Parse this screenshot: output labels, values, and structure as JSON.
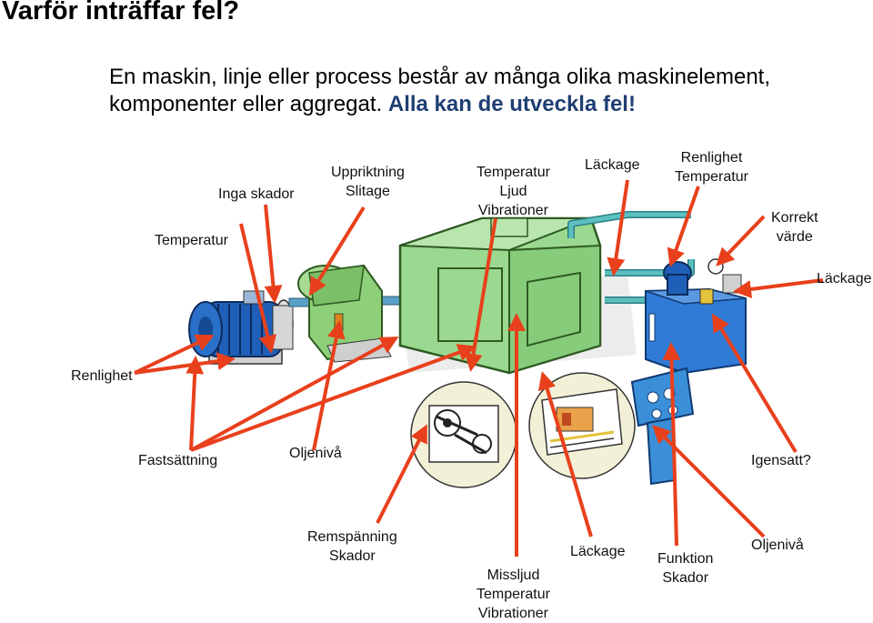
{
  "title": "Varför inträffar fel?",
  "intro": {
    "line1": "En maskin, linje eller process består av många olika maskinelement,",
    "line2_plain": "komponenter eller aggregat.",
    "line2_emphasis": "Alla kan de utveckla fel!"
  },
  "labels": {
    "temperatur_left": "Temperatur",
    "inga_skador": "Inga skador",
    "uppriktning": [
      "Uppriktning",
      "Slitage"
    ],
    "temp_ljud_vib": [
      "Temperatur",
      "Ljud",
      "Vibrationer"
    ],
    "lackage_top": "Läckage",
    "renlighet_temp": [
      "Renlighet",
      "Temperatur"
    ],
    "korrekt_varde": [
      "Korrekt",
      "värde"
    ],
    "lackage_right": "Läckage",
    "renlighet_left": "Renlighet",
    "fastsattning": "Fastsättning",
    "oljeniva_mid": "Oljenivå",
    "igensatt": "Igensatt?",
    "remspanning": [
      "Remspänning",
      "Skador"
    ],
    "missljud": [
      "Missljud",
      "Temperatur",
      "Vibrationer"
    ],
    "lackage_bottom": "Läckage",
    "funktion": [
      "Funktion",
      "Skador"
    ],
    "oljeniva_bottom": "Oljenivå"
  },
  "colors": {
    "arrow": "#e8401c",
    "motor": "#1f5fb8",
    "gearbox": "#8ecf7a",
    "housing": "#9ad98f",
    "piping": "#5cc0c0",
    "tank": "#2f7bd6",
    "panel": "#3a8fd8",
    "inset_bg": "#f3f0d8",
    "emphasis_text": "#1f3f73"
  },
  "icons": [
    "electric-motor-icon",
    "gearbox-icon",
    "machine-housing-icon",
    "hydraulic-tank-icon",
    "control-panel-icon",
    "belt-drive-inset-icon",
    "electronics-inset-icon"
  ]
}
